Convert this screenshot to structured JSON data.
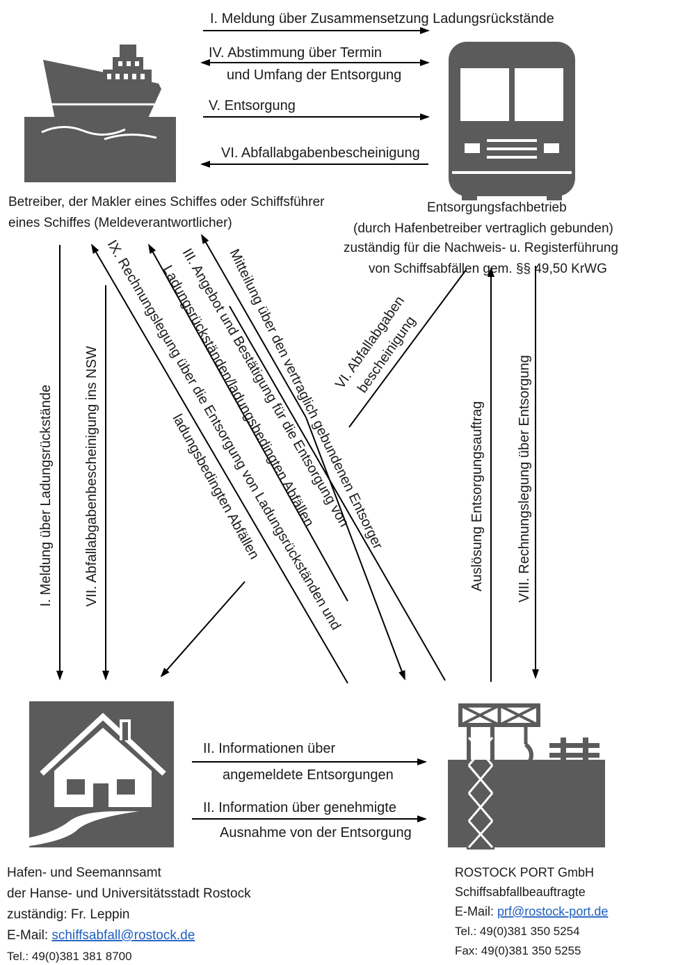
{
  "colors": {
    "icon": "#5b5b5b",
    "link": "#1f5fbf",
    "text": "#1a1a1a"
  },
  "top_arrows": {
    "a1": "I. Meldung über Zusammensetzung  Ladungsrückstände",
    "a4_l1": "IV. Abstimmung über Termin",
    "a4_l2": "und Umfang  der Entsorgung",
    "a5": "V. Entsorgung",
    "a6": "VI. Abfallabgabenbescheinigung"
  },
  "ship_label": {
    "l1": "Betreiber, der Makler eines Schiffes  oder Schiffsführer",
    "l2": "eines Schiffes (Meldeverantwortlicher)"
  },
  "truck_label": {
    "l1": "Entsorgungsfachbetrieb",
    "l2": "(durch Hafenbetreiber  vertraglich  gebunden)",
    "l3": "zuständig für die Nachweis- u. Registerführung",
    "l4": "von Schiffsabfällen gem. §§ 49,50 KrWG"
  },
  "middle_arrows": {
    "left_down": "I. Meldung über Ladungsrückstände",
    "vii": "VII. Abfallabgabenbescheinigung ins NSW",
    "ix_l1": "IX. Rechnungslegung über die Entsorgung von Ladungsrückständen und",
    "ix_l2": "ladungsbedingten Abfällen",
    "iii_l1": "III. Angebot und Bestätigung für die Entsorgung von",
    "iii_l2": "Ladungsrückständen/ladungsbedingten Abfällen",
    "mitteilung": "Mitteilung über den vertraglich gebundenen Entsorger",
    "vi_l1": "VI. Abfallabgaben",
    "vi_l2": "bescheinigung",
    "ausloesung": "Auslösung Entsorgungsauftrag",
    "viii": "VIII. Rechnungslegung über Entsorgung"
  },
  "bottom_arrows": {
    "ii_a_l1": "II. Informationen  über",
    "ii_a_l2": "angemeldete  Entsorgungen",
    "ii_b_l1": "II. Information  über genehmigte",
    "ii_b_l2": "Ausnahme von der Entsorgung"
  },
  "authority": {
    "l1": "Hafen- und Seemannsamt",
    "l2": "der Hanse- und Universitätsstadt Rostock",
    "l3": "zuständig: Fr. Leppin",
    "email_label": "E-Mail: ",
    "email": "schiffsabfall@rostock.de",
    "tel": "Tel.: 49(0)381 381 8700"
  },
  "port": {
    "l1": "ROSTOCK PORT GmbH",
    "l2": "Schiffsabfallbeauftragte",
    "email_label": "E-Mail: ",
    "email": "prf@rostock-port.de",
    "tel": "Tel.: 49(0)381 350 5254",
    "fax": "Fax: 49(0)381 350 5255"
  }
}
